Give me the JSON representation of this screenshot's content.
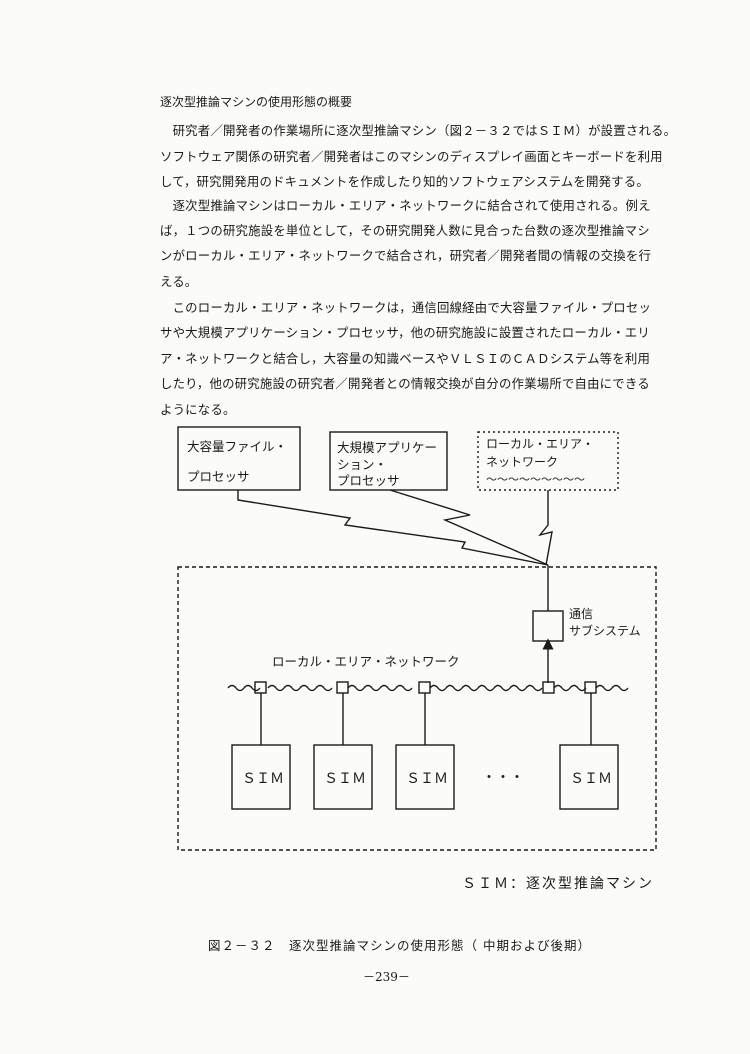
{
  "heading": "逐次型推論マシンの使用形態の概要",
  "paragraph_lines": [
    "　研究者／開発者の作業場所に逐次型推論マシン（図２－３２ではＳＩＭ）が設置される。",
    "ソフトウェア関係の研究者／開発者はこのマシンのディスプレイ画面とキーボードを利用",
    "して，研究開発用のドキュメントを作成したり知的ソフトウェアシステムを開発する。",
    "　逐次型推論マシンはローカル・エリア・ネットワークに結合されて使用される。例え",
    "ば，１つの研究施設を単位として，その研究開発人数に見合った台数の逐次型推論マシ",
    "ンがローカル・エリア・ネットワークで結合され，研究者／開発者間の情報の交換を行",
    "える。",
    "　このローカル・エリア・ネットワークは，通信回線経由で大容量ファイル・プロセッ",
    "サや大規模アプリケーション・プロセッサ，他の研究施設に設置されたローカル・エリ",
    "ア・ネットワークと結合し，大容量の知識ベースやＶＬＳＩのＣＡＤシステム等を利用",
    "したり，他の研究施設の研究者／開発者との情報交換が自分の作業場所で自由にできる",
    "ようになる。"
  ],
  "diagram": {
    "file_processor": [
      "大容量ファイル・",
      "プロセッサ"
    ],
    "app_processor": [
      "大規模アプリケー",
      "ション・",
      "プロセッサ"
    ],
    "remote_lan": [
      "ローカル・エリア・",
      "ネットワーク",
      "〜〜〜〜〜〜〜〜〜"
    ],
    "comm_subsystem": [
      "通信",
      "サブシステム"
    ],
    "lan_label": "ローカル・エリア・ネットワーク",
    "sim_label": "ＳＩＭ",
    "ellipsis": "・・・"
  },
  "legend": "ＳＩＭ：逐次型推論マシン",
  "caption": "図２－３２　逐次型推論マシンの使用形態（ 中期および後期）",
  "page_number": "－239－"
}
